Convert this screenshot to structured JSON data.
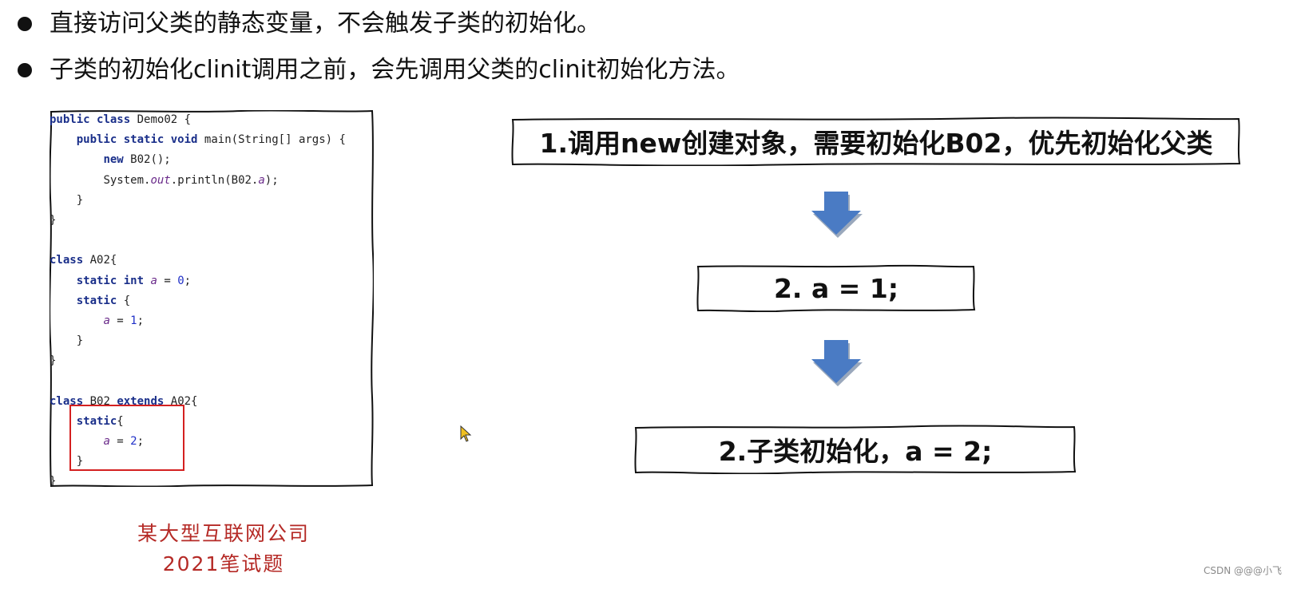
{
  "bullets": [
    {
      "text": "直接访问父类的静态变量，不会触发子类的初始化。"
    },
    {
      "text": "子类的初始化clinit调用之前，会先调用父类的clinit初始化方法。"
    }
  ],
  "code": {
    "lines": [
      "public class Demo02 {",
      "    public static void main(String[] args) {",
      "        new B02();",
      "        System.out.println(B02.a);",
      "    }",
      "}",
      "",
      "class A02{",
      "    static int a = 0;",
      "    static {",
      "        a = 1;",
      "    }",
      "}",
      "",
      "class B02 extends A02{",
      "    static{",
      "        a = 2;",
      "    }",
      "}"
    ],
    "keywords": [
      "public",
      "class",
      "static",
      "void",
      "new",
      "int",
      "extends"
    ],
    "italic_tokens": [
      "out",
      "a"
    ],
    "highlight_color": "#d42020"
  },
  "caption": {
    "line1": "某大型互联网公司",
    "line2": "2021笔试题",
    "color": "#b52a26"
  },
  "flow": {
    "step1": "1.调用new创建对象，需要初始化B02，优先初始化父类",
    "step2": "2. a = 1;",
    "step3": "2.子类初始化，a = 2;",
    "arrow_color": "#4a7bc4"
  },
  "icons": {
    "bullet": "bullet-dot-icon",
    "arrow": "arrow-down-icon",
    "cursor": "mouse-cursor-icon"
  },
  "watermark": "CSDN @@@小飞"
}
